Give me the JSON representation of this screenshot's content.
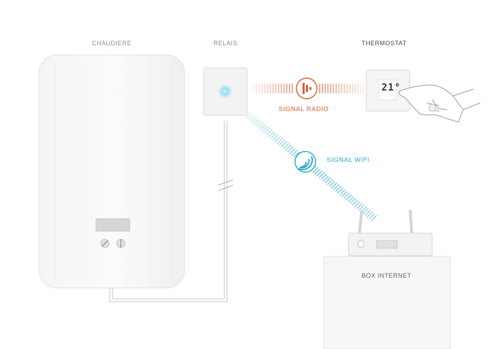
{
  "labels": {
    "chaudiere": "CHAUDIERE",
    "relais": "RELAIS",
    "thermostat": "THERMOSTAT",
    "signal_radio": "SIGNAL RADIO",
    "signal_wifi": "SIGNAL WIFI",
    "box_internet": "BOX INTERNET"
  },
  "thermostat_display": "21°",
  "colors": {
    "radio": "#e2592f",
    "wifi": "#2aa9c9",
    "device": "#f1f1f1",
    "outline": "#d4d4d4",
    "relay_glow": "#7fd6ee"
  },
  "icons": [
    "radio-signal-icon",
    "wifi-signal-icon",
    "finger-hand-icon"
  ]
}
